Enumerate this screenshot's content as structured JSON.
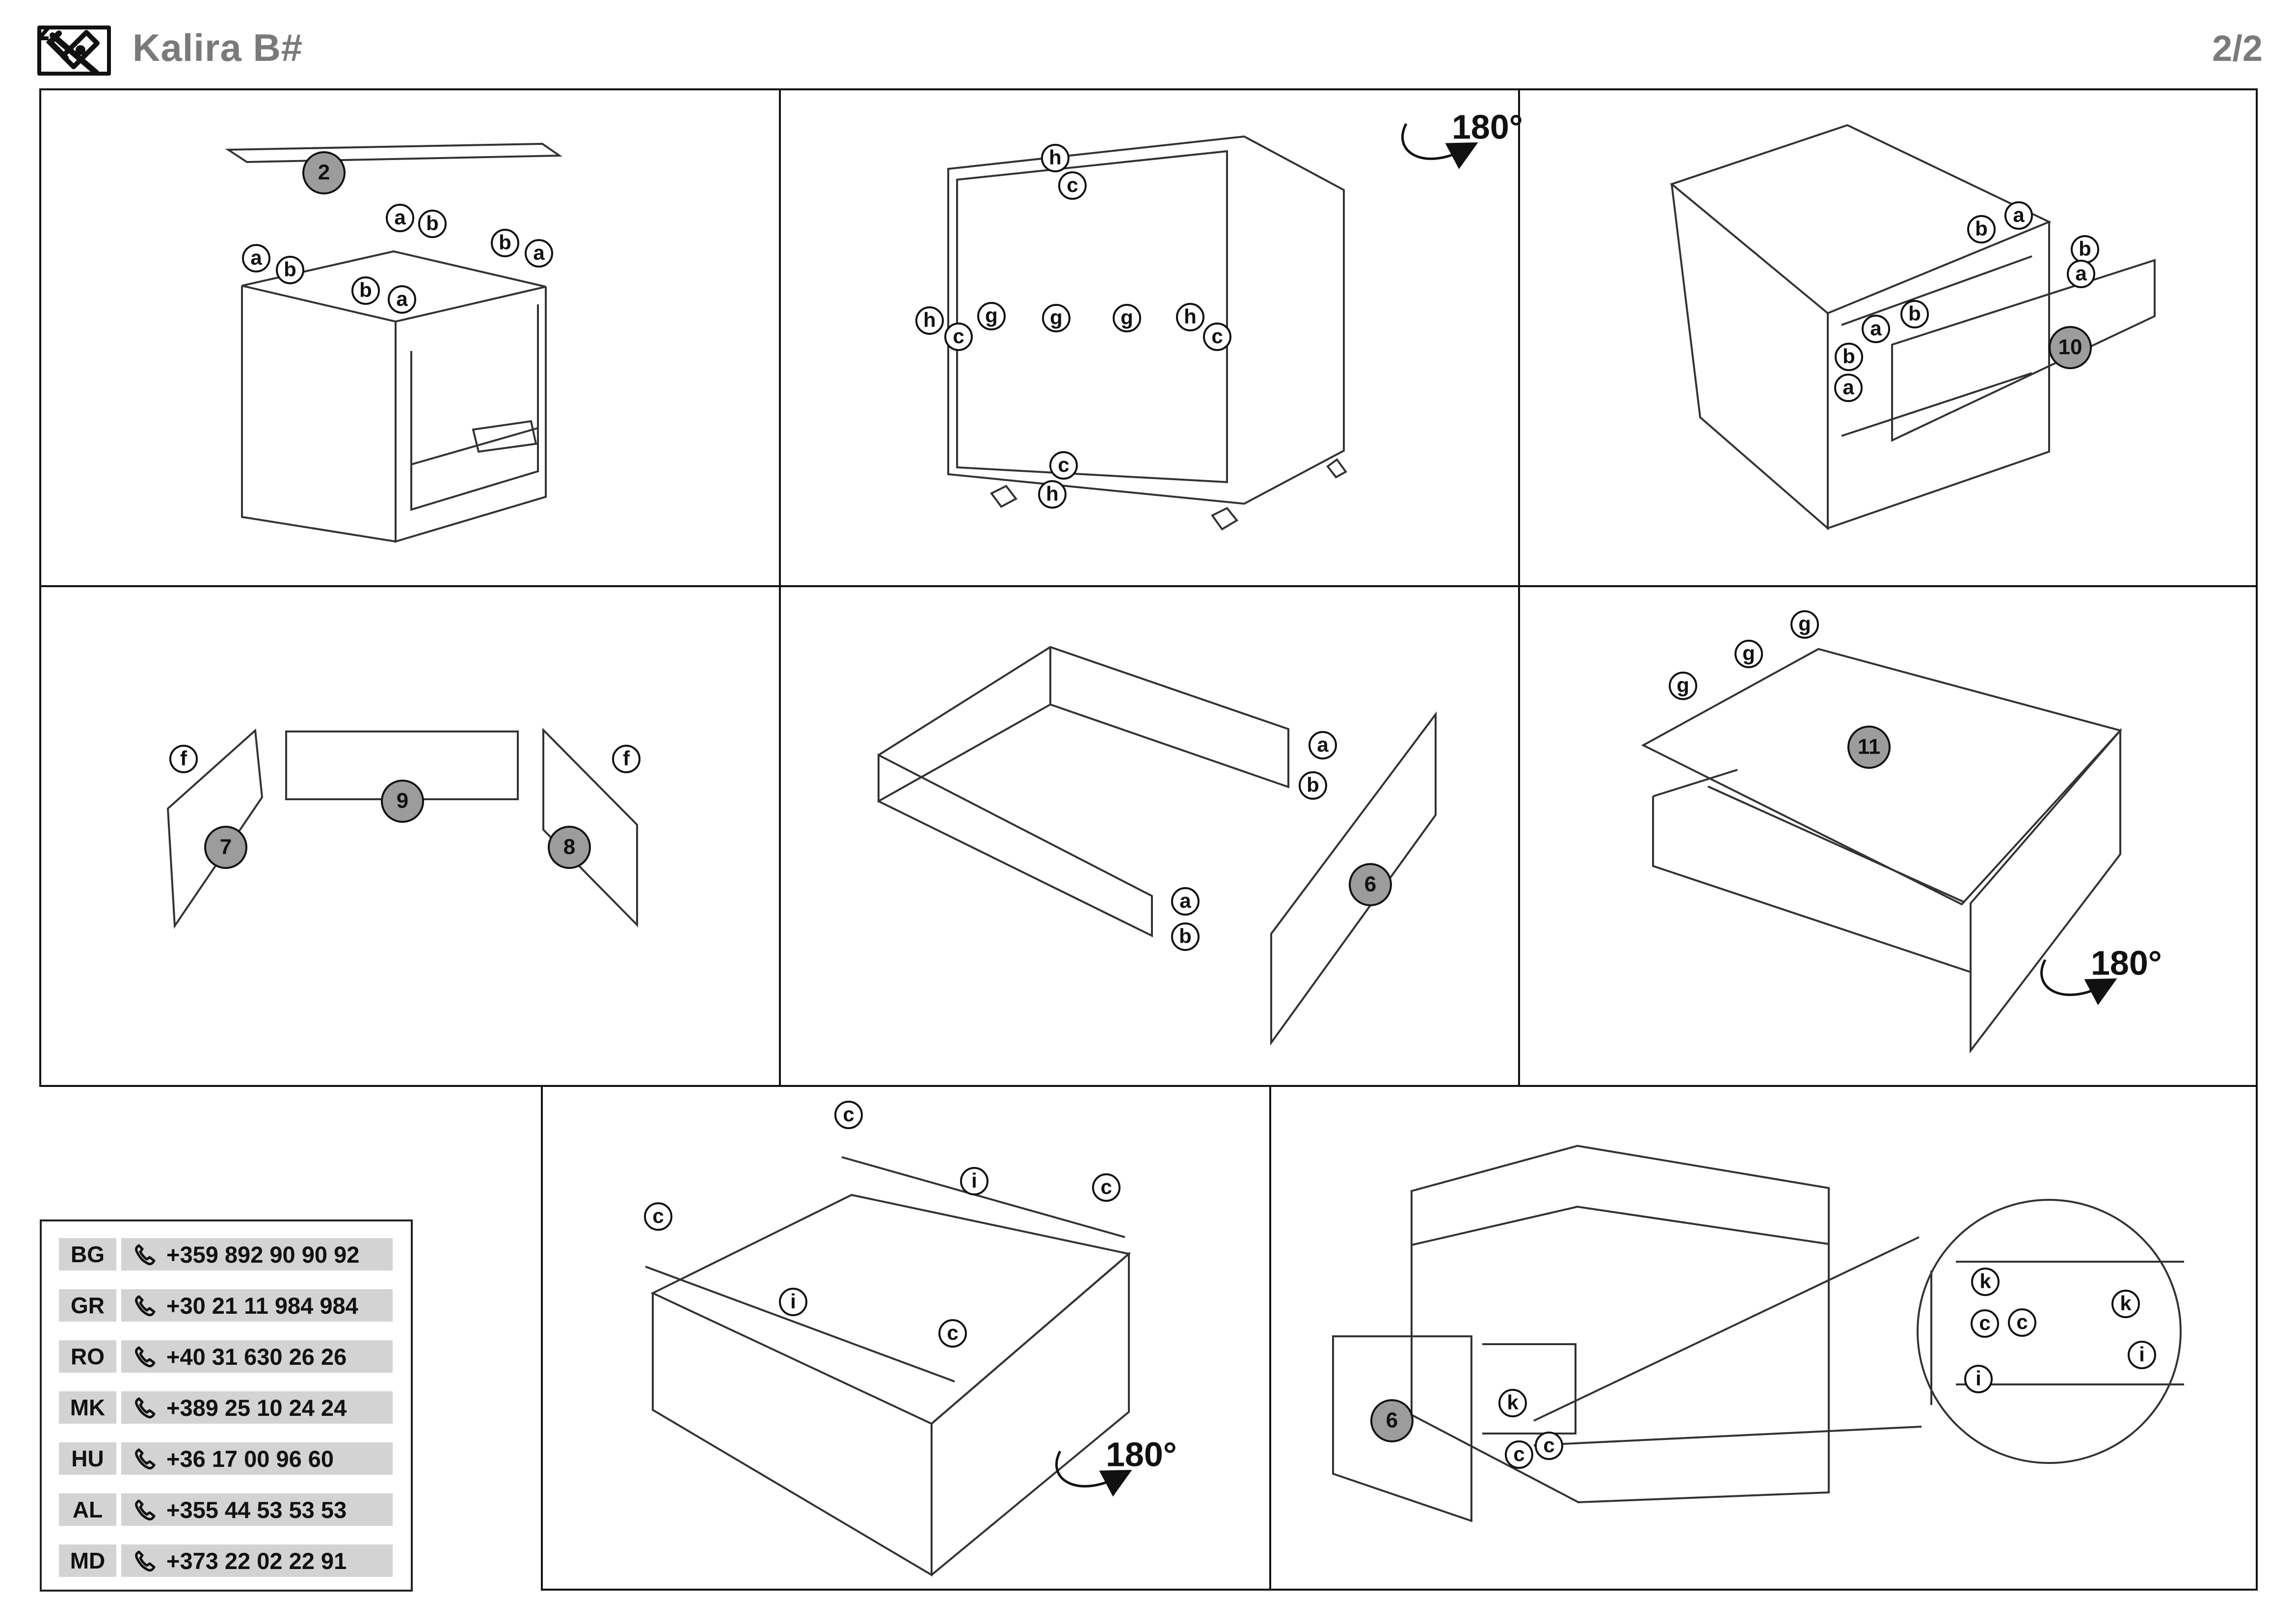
{
  "header": {
    "title": "Kalira B#",
    "page": "2/2",
    "icon": "tools-icon"
  },
  "steps": {
    "top_panel": "2",
    "drawer_front": "10",
    "left_side": "7",
    "back_panel": "9",
    "right_side": "8",
    "drawer_front_2": "6",
    "drawer_bottom": "11",
    "drawer_front_3": "6"
  },
  "rotation": {
    "label": "180°"
  },
  "fasteners": {
    "a": "a",
    "b": "b",
    "c": "c",
    "f": "f",
    "g": "g",
    "h": "h",
    "i": "i",
    "k": "k"
  },
  "contacts": [
    {
      "country": "BG",
      "phone": "+359 892 90 90 92"
    },
    {
      "country": "GR",
      "phone": "+30 21 11 984 984"
    },
    {
      "country": "RO",
      "phone": "+40 31 630 26 26"
    },
    {
      "country": "MK",
      "phone": "+389 25 10 24 24"
    },
    {
      "country": "HU",
      "phone": "+36 17 00 96 60"
    },
    {
      "country": "AL",
      "phone": "+355 44 53 53 53"
    },
    {
      "country": "MD",
      "phone": "+373 22 02 22 91"
    }
  ]
}
